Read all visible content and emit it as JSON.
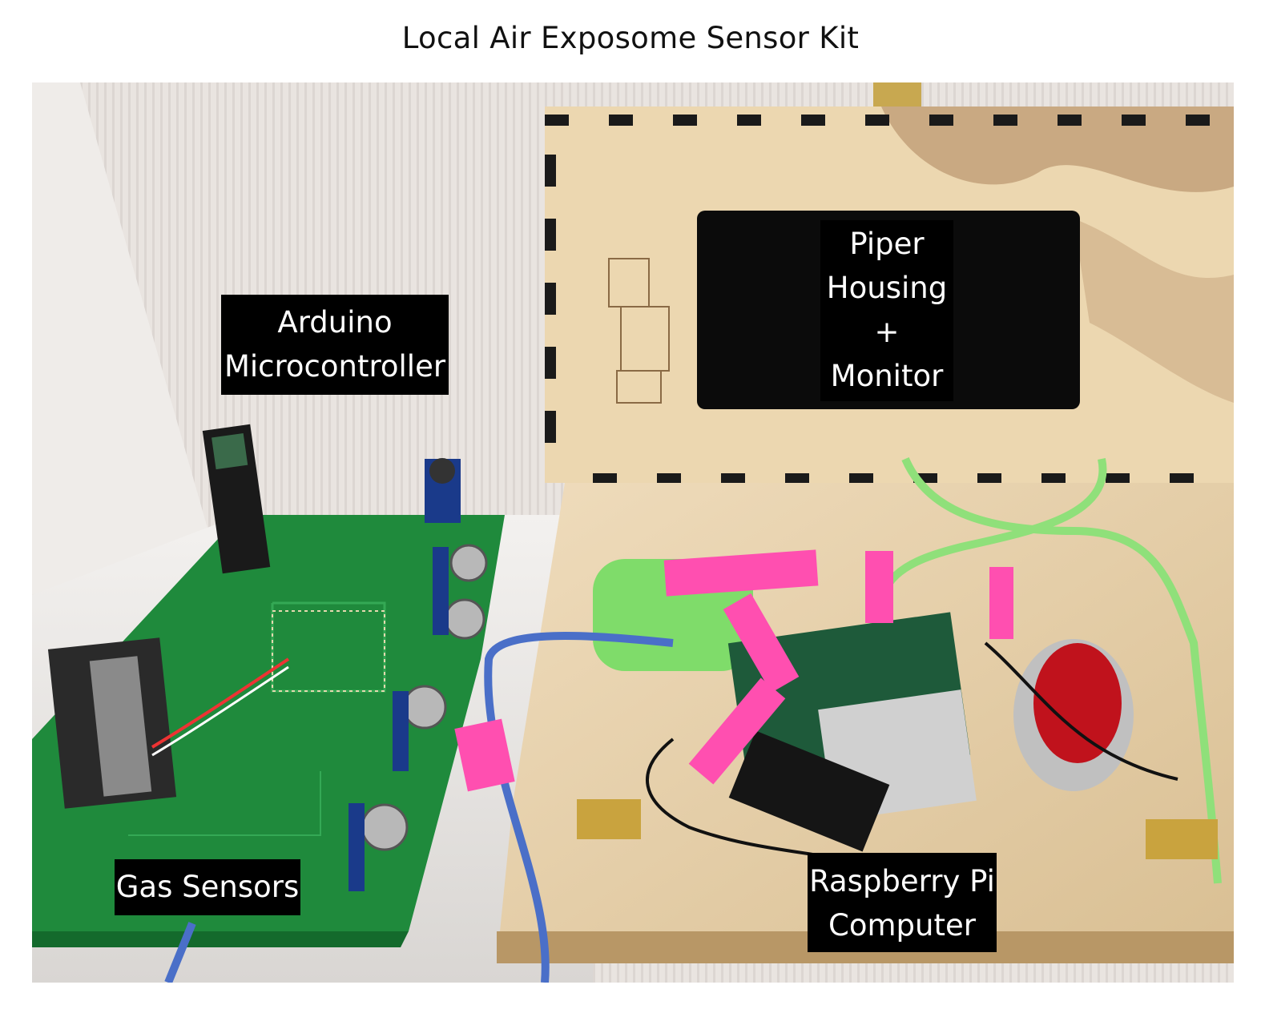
{
  "title": "Local Air Exposome Sensor Kit",
  "labels": {
    "arduino": [
      "Arduino",
      "Microcontroller"
    ],
    "piper": [
      "Piper",
      "Housing",
      "+",
      "Monitor"
    ],
    "gas": [
      "Gas Sensors"
    ],
    "rpi": [
      "Raspberry Pi",
      "Computer"
    ]
  },
  "colors": {
    "board_green": "#1f8a3c",
    "wood": "#e6cfa8",
    "cable_green": "#8fe07a",
    "pink_tape": "#ff4fb0",
    "mouse_red": "#c0121c"
  }
}
